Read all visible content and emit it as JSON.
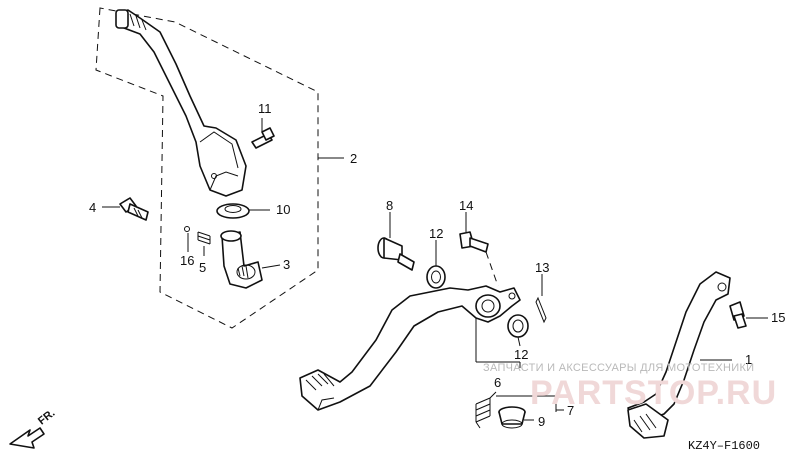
{
  "diagram_code": "KZ4Y–F1600",
  "direction_label": "FR.",
  "watermark": {
    "line1": "ЗАПЧАСТИ И АКСЕССУАРЫ ДЛЯ МОТОТЕХНИКИ",
    "line2": "PARTSTOP.RU"
  },
  "callouts": {
    "c1": "1",
    "c2": "2",
    "c3": "3",
    "c4": "4",
    "c5": "5",
    "c6": "6",
    "c7": "7",
    "c8": "8",
    "c9": "9",
    "c10": "10",
    "c11": "11",
    "c12a": "12",
    "c12b": "12",
    "c13": "13",
    "c14": "14",
    "c15": "15",
    "c16": "16"
  }
}
